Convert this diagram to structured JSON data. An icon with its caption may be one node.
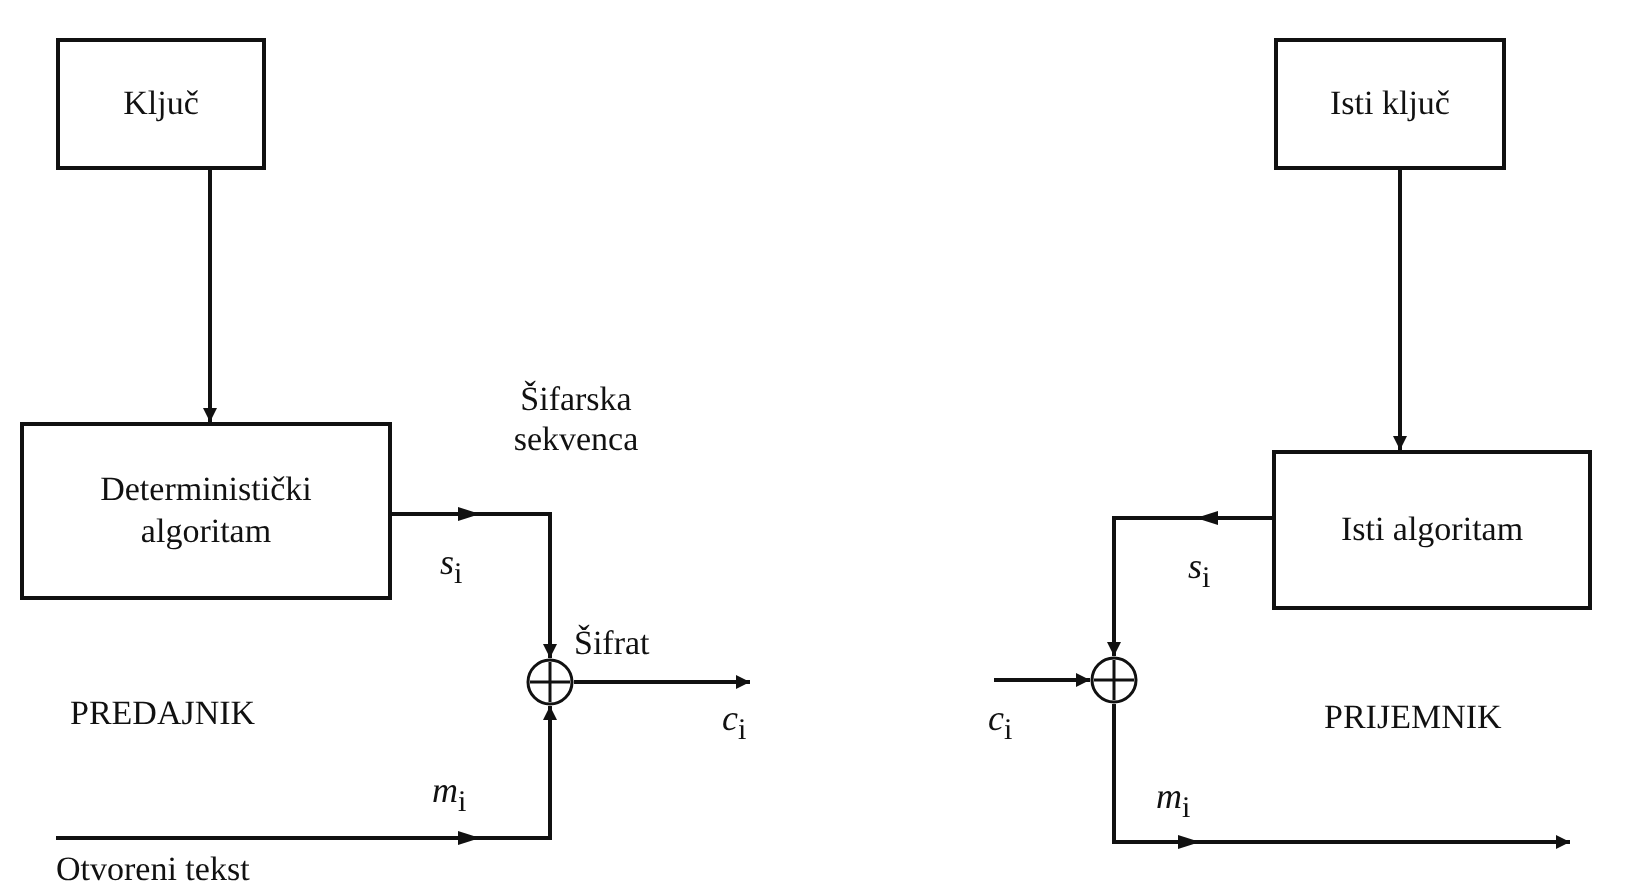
{
  "diagram": {
    "nodes": [
      {
        "text": [
          "Ključ"
        ]
      },
      {
        "text": [
          "Deterministički algoritam"
        ]
      },
      {
        "text": [],
        "shape": "circle"
      },
      {
        "text": [
          "Isti ključ"
        ]
      },
      {
        "text": [
          "Isti algoritam"
        ]
      },
      {
        "text": [],
        "shape": "circle"
      }
    ],
    "edges": [
      {
        "from": 0,
        "to": 1,
        "arrow": "to"
      },
      {
        "from": 1,
        "to": 2,
        "arrow": "to",
        "label": "*s*$_{i}$"
      },
      {
        "from": 2,
        "to": null,
        "arrow": "to",
        "label": "*c*$_{i}$"
      },
      {
        "from": null,
        "to": 2,
        "arrow": "to",
        "label": "*m*$_{i}$"
      },
      {
        "from": 3,
        "to": 4,
        "arrow": "to"
      },
      {
        "from": 4,
        "to": 5,
        "arrow": "to",
        "label": "*s*$_{i}$"
      },
      {
        "from": null,
        "to": 5,
        "arrow": "to",
        "label": "*c*$_{i}$"
      },
      {
        "from": 5,
        "to": null,
        "arrow": "to",
        "label": "*m*$_{i}$"
      }
    ],
    "labels": [
      "Šifarska sekvenca",
      "Šifrat",
      "PREDAJNIK",
      "PRIJEMNIK",
      "Otvoreni tekst"
    ]
  }
}
